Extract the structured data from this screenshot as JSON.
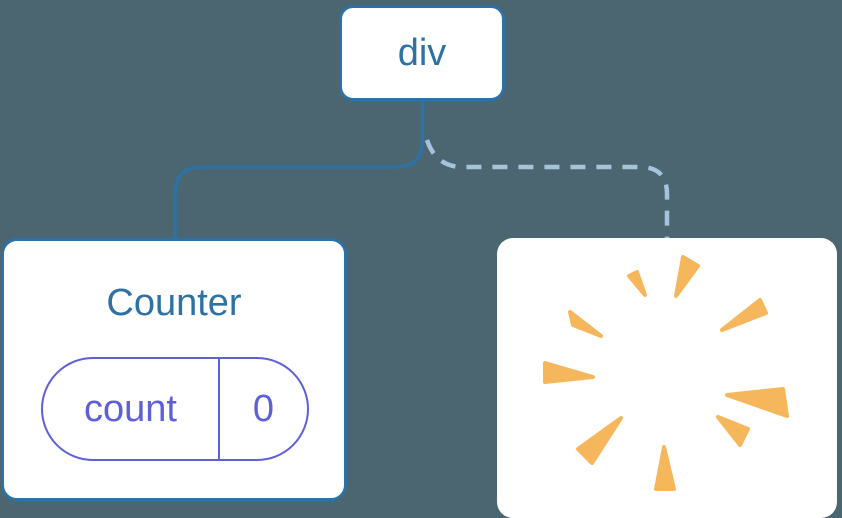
{
  "colors": {
    "background": "#4B6670",
    "node-blue": "#2E71A4",
    "dash-blue": "#A5C4DC",
    "state-indigo": "#5E60D8",
    "burst-orange": "#F6B75C",
    "box-white": "#FFFFFF"
  },
  "tree": {
    "root": {
      "label": "div"
    },
    "children": [
      {
        "title": "Counter",
        "connector": "solid",
        "state": {
          "key": "count",
          "value": "0"
        }
      },
      {
        "connector": "dashed",
        "icon": "poof-burst-icon"
      }
    ]
  }
}
